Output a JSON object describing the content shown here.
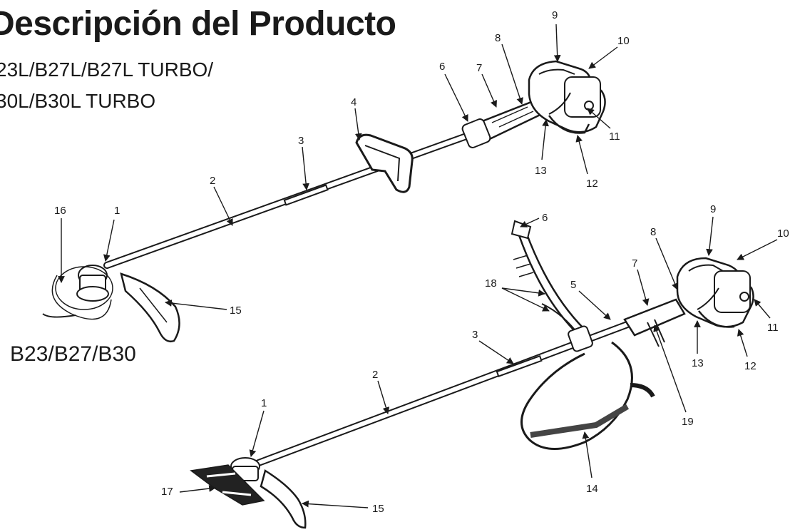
{
  "title": "Descripción del Producto",
  "subtitle_line1": "23L/B27L/B27L TURBO/",
  "subtitle_line2": "30L/B30L TURBO",
  "model_label": "B23/B27/B30",
  "upper_callouts": [
    "1",
    "2",
    "3",
    "4",
    "6",
    "7",
    "8",
    "9",
    "10",
    "11",
    "12",
    "13",
    "15",
    "16"
  ],
  "lower_callouts": [
    "1",
    "2",
    "3",
    "5",
    "6",
    "7",
    "8",
    "9",
    "10",
    "11",
    "12",
    "13",
    "14",
    "15",
    "17",
    "18",
    "19"
  ]
}
